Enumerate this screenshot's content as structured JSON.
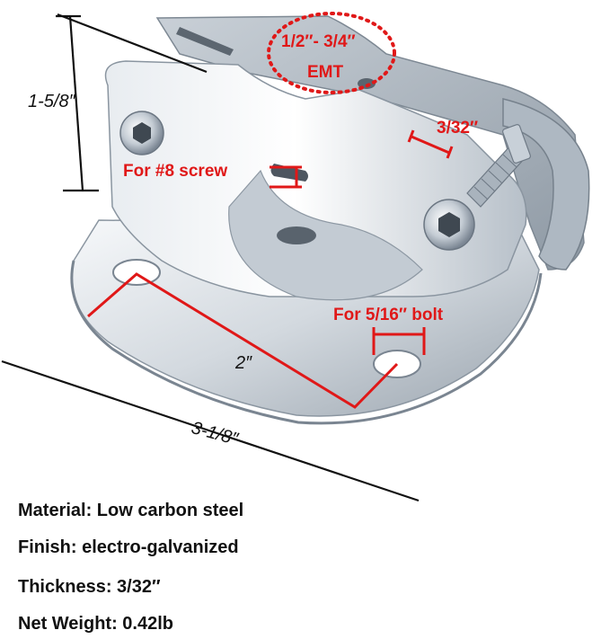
{
  "labels": {
    "emt_size": "1/2″- 3/4″",
    "emt_word": "EMT",
    "thickness_dim": "3/32″",
    "screw": "For #8 screw",
    "bolt": "For 5/16″ bolt",
    "height": "1-5/8″",
    "hole_spacing": "2″",
    "length": "3-1/8″"
  },
  "specs": [
    "Material: Low carbon steel",
    "Finish: electro-galvanized",
    "Thickness: 3/32″",
    "Net Weight: 0.42lb"
  ],
  "colors": {
    "annotation": "#e01818",
    "text": "#111111",
    "steel_light": "#eef2f6",
    "steel_mid": "#b8c2cc",
    "steel_dark": "#6f7a86"
  }
}
